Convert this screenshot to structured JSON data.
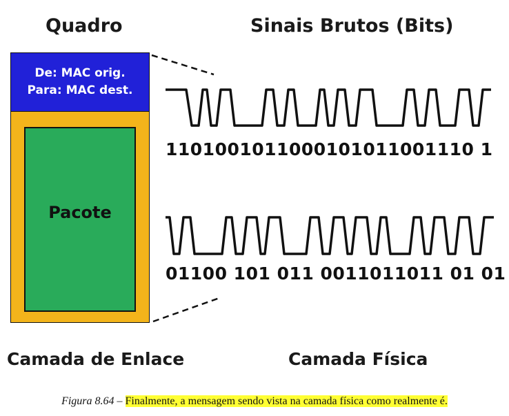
{
  "headings": {
    "frame": "Quadro",
    "raw_signals": "Sinais Brutos (Bits)",
    "link_layer": "Camada de Enlace",
    "physical_layer": "Camada Física"
  },
  "frame": {
    "source_mac": "De: MAC orig.",
    "dest_mac": "Para: MAC dest.",
    "packet": "Pacote"
  },
  "bitstreams": [
    "1101001011000101011001110 1",
    "01100 101 011 0011011011 01 01"
  ],
  "caption": {
    "figure_number": "Figura 8.64",
    "separator": " – ",
    "text": "Finalmente, a mensagem sendo vista na camada física como realmente é."
  },
  "colors": {
    "mac_header": "#2121d8",
    "frame_border": "#f3b41b",
    "packet": "#29ab5a",
    "caption_highlight": "#ffff33"
  }
}
